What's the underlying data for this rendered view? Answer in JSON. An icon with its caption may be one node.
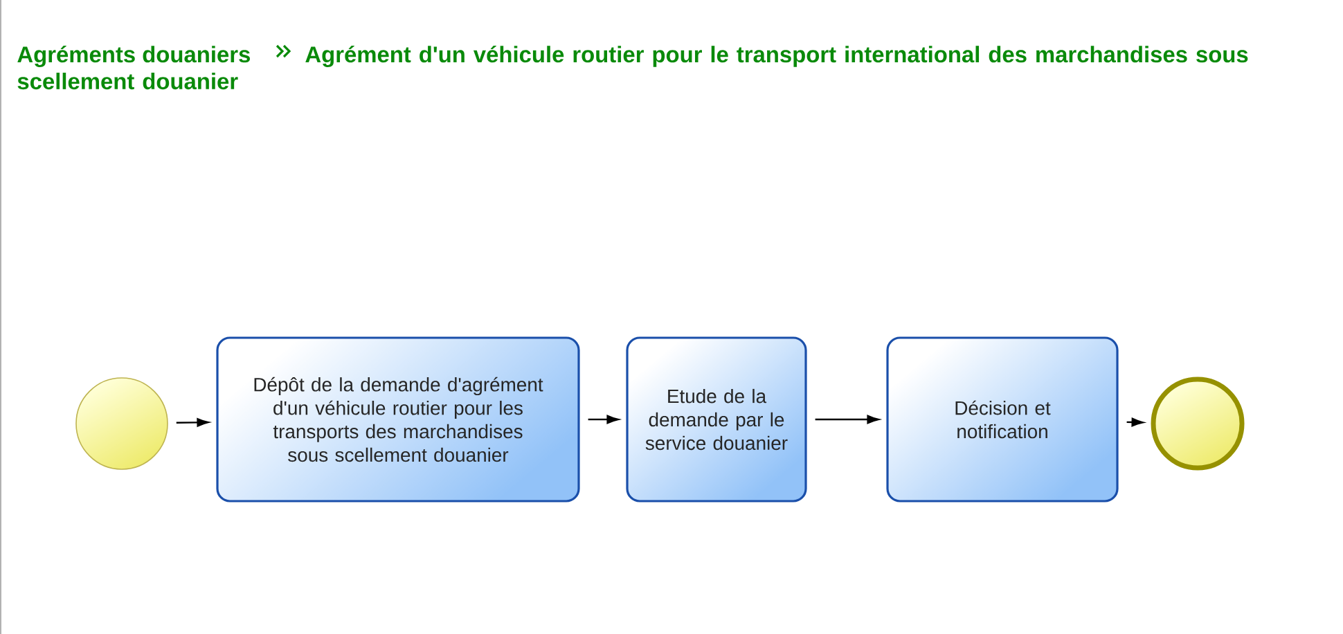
{
  "diagram": {
    "title": "Agrément d'un véhicule routier pour le transport international des marchandises sous scellement douanier",
    "labels": [
      "Agréments douaniers"
    ],
    "nodes": [
      {
        "text": [],
        "shape": "circle"
      },
      {
        "text": [
          "Dépôt de la demande d'agrément d'un véhicule routier pour les transports des marchandises sous scellement douanier"
        ]
      },
      {
        "text": [
          "Etude de la demande par le service douanier"
        ]
      },
      {
        "text": [
          "Décision et notification"
        ]
      },
      {
        "text": [],
        "shape": "circle"
      }
    ],
    "edges": [
      {
        "from": 0,
        "to": 1,
        "arrow": "to"
      },
      {
        "from": 1,
        "to": 2,
        "arrow": "to"
      },
      {
        "from": 2,
        "to": 3,
        "arrow": "to"
      },
      {
        "from": 3,
        "to": 4,
        "arrow": "to"
      }
    ]
  }
}
